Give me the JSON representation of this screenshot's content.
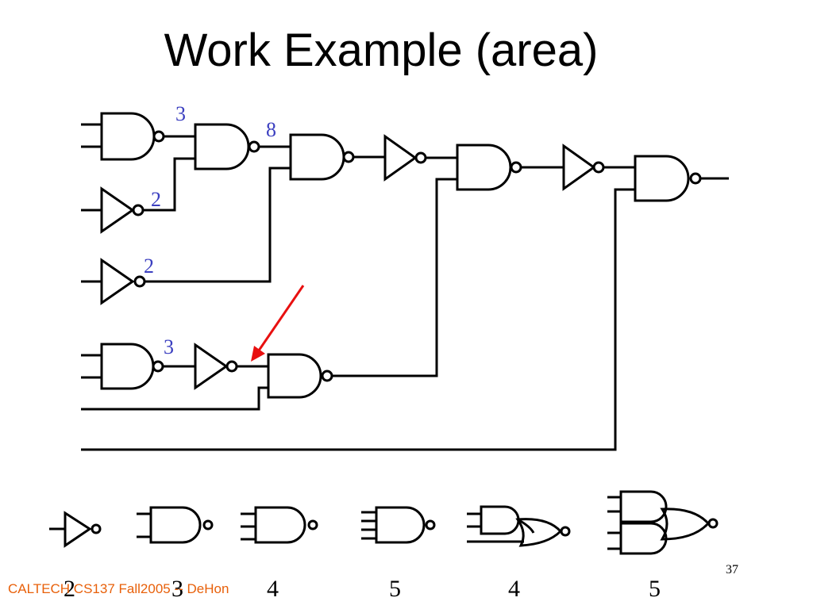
{
  "slide": {
    "title": "Work Example (area)",
    "footer": "CALTECH CS137 Fall2005 -- DeHon",
    "page_number": "37"
  },
  "circuit_labels": {
    "nand1_size": "3",
    "nand2_size": "8",
    "inv1_size": "2",
    "inv2_size": "2",
    "nand_bottom_size": "3"
  },
  "gate_costs": [
    {
      "gate": "inverter",
      "cost": "2"
    },
    {
      "gate": "nand2",
      "cost": "3"
    },
    {
      "gate": "nand3",
      "cost": "4"
    },
    {
      "gate": "nand4",
      "cost": "5"
    },
    {
      "gate": "and-or",
      "cost": "4"
    },
    {
      "gate": "and-and-or",
      "cost": "5"
    }
  ],
  "colors": {
    "label_blue": "#3b3fc0",
    "arrow_red": "#e81010",
    "footer_orange": "#e8600a"
  }
}
